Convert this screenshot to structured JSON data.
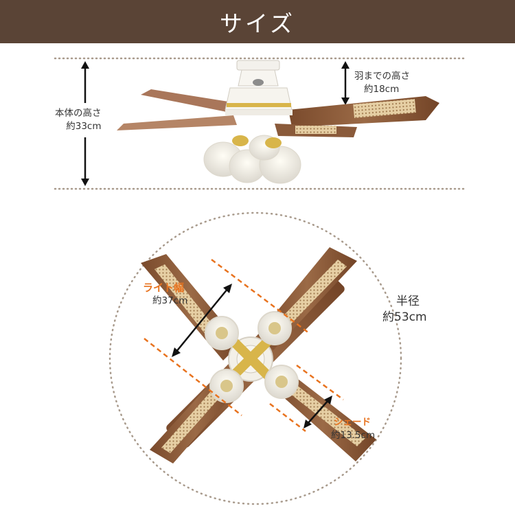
{
  "header": {
    "title": "サイズ"
  },
  "side_view": {
    "body_height": {
      "label": "本体の高さ",
      "value": "約33cm"
    },
    "blade_height": {
      "label": "羽までの高さ",
      "value": "約18cm"
    }
  },
  "top_view": {
    "light_width": {
      "label": "ライト幅",
      "value": "約37cm"
    },
    "radius": {
      "label": "半径",
      "value": "約53cm"
    },
    "shade": {
      "label": "シェード",
      "value": "約13.5cm"
    }
  },
  "colors": {
    "header_bg": "#5a4436",
    "accent": "#e8731f",
    "blade_wood": "#8a5a3a",
    "blade_cane": "#d9b98a",
    "dotted_line": "#a89a8c"
  }
}
